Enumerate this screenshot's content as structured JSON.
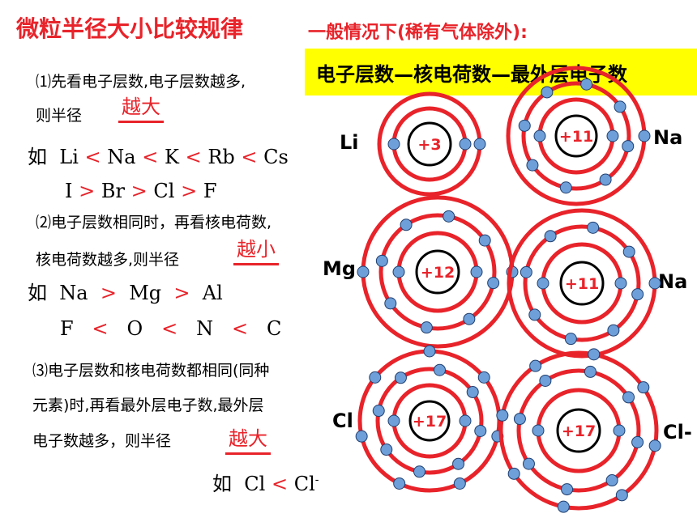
{
  "title": "微粒半径大小比较规律",
  "subtitle": "一般情况下(稀有气体除外):",
  "banner": "电子层数—核电荷数—最外层电子数",
  "rule1": {
    "line1": "⑴先看电子层数,电子层数越多,",
    "line2": "则半径",
    "answer": "越大",
    "ex1": {
      "prefix": "如",
      "items": [
        "Li",
        "Na",
        "K",
        "Rb",
        "Cs"
      ],
      "sign": "<"
    },
    "ex2": {
      "items": [
        "I",
        "Br",
        "Cl",
        "F"
      ],
      "sign": ">"
    }
  },
  "rule2": {
    "line1": "⑵电子层数相同时，再看核电荷数,",
    "line2": "核电荷数越多,则半径",
    "answer": "越小",
    "ex1": {
      "prefix": "如",
      "items": [
        "Na",
        "Mg",
        "Al"
      ],
      "sign": ">"
    },
    "ex2": {
      "items": [
        "F",
        "O",
        "N",
        "C"
      ],
      "sign": "<"
    }
  },
  "rule3": {
    "line1": "⑶电子层数和核电荷数都相同(同种",
    "line2": "元素)时,再看最外层电子数,最外层",
    "line3": "电子数越多，则半径",
    "answer": "越大",
    "ex1": {
      "prefix": "如",
      "items": [
        "Cl",
        "Cl-"
      ],
      "sign": "<"
    }
  },
  "atoms": [
    {
      "label": "Li",
      "nucleus": "+3",
      "shells": [
        2,
        1
      ]
    },
    {
      "label": "Na",
      "nucleus": "+11",
      "shells": [
        2,
        8,
        1
      ]
    },
    {
      "label": "Mg",
      "nucleus": "+12",
      "shells": [
        2,
        8,
        2
      ]
    },
    {
      "label": "Na",
      "nucleus": "+11",
      "shells": [
        2,
        8,
        1
      ]
    },
    {
      "label": "Cl",
      "nucleus": "+17",
      "shells": [
        2,
        8,
        7
      ]
    },
    {
      "label": "Cl-",
      "nucleus": "+17",
      "shells": [
        2,
        8,
        8
      ]
    }
  ],
  "colors": {
    "title": "#e8232a",
    "shell": "#e8232a",
    "electron": "#6f9fd8",
    "nucleus_text": "#e8232a",
    "banner": "#ffff00"
  }
}
